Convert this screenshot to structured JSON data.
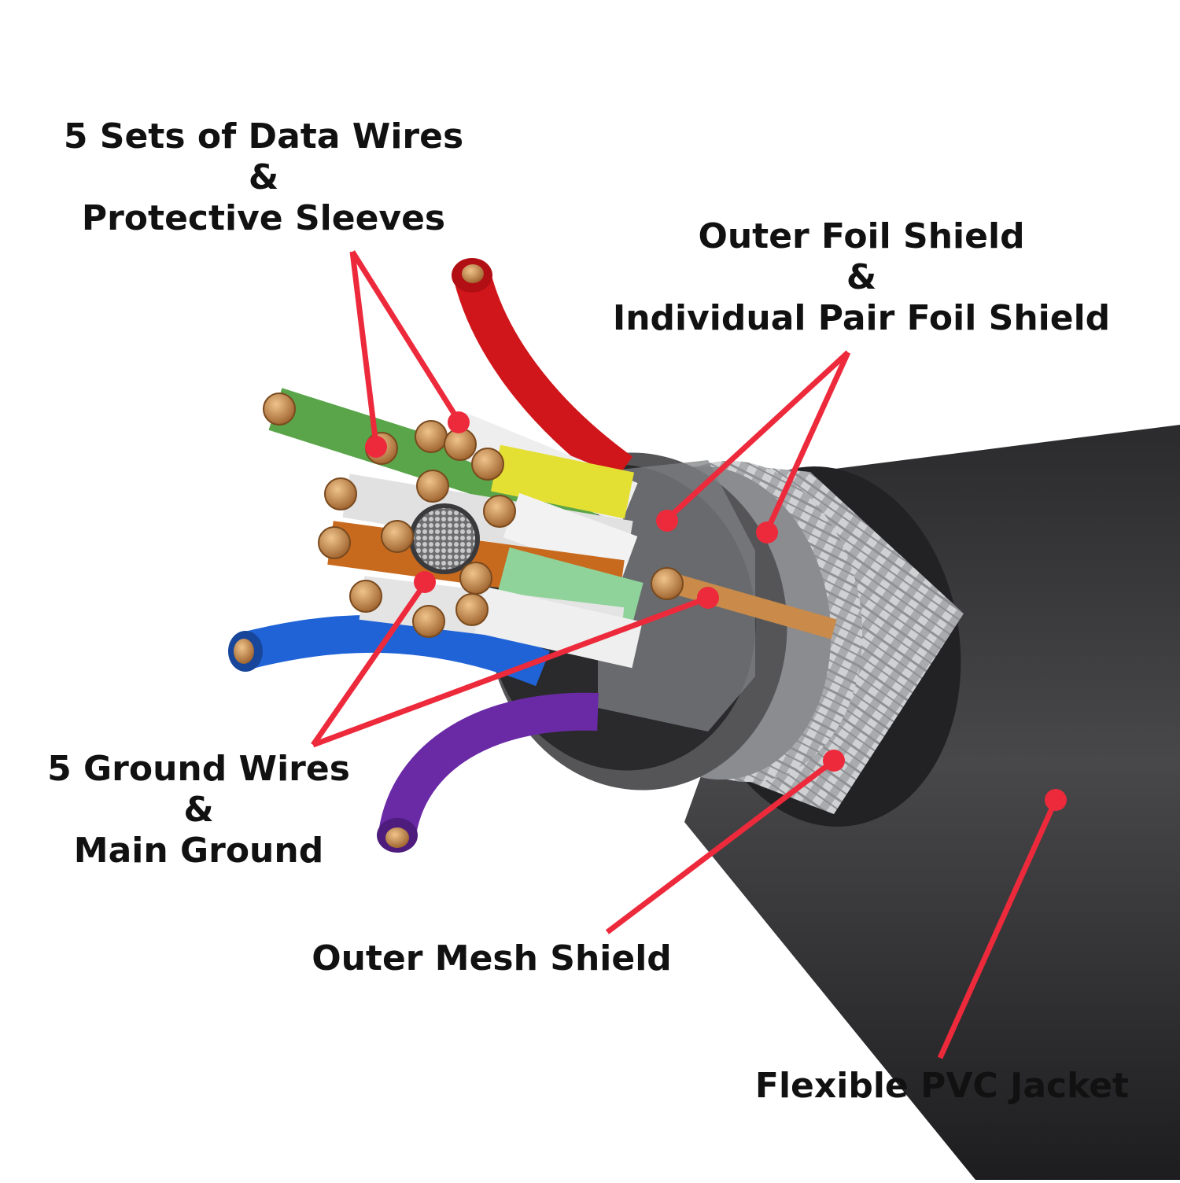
{
  "labels": {
    "data_wires": {
      "line1": "5 Sets of Data Wires",
      "amp": "&",
      "line2": "Protective Sleeves"
    },
    "foil_shield": {
      "line1": "Outer Foil Shield",
      "amp": "&",
      "line2": "Individual Pair Foil Shield"
    },
    "ground_wires": {
      "line1": "5 Ground Wires",
      "amp": "&",
      "line2": "Main Ground"
    },
    "mesh_shield": {
      "line1": "Outer Mesh Shield"
    },
    "pvc_jacket": {
      "line1": "Flexible PVC Jacket"
    }
  },
  "colors": {
    "pointer": "#ed2a3b",
    "jacket": "#3a3a3c",
    "jacket_edge": "#1c1c1e",
    "copper": "#c98a4a",
    "copper_light": "#e6b47a",
    "braid": "#b9bbbd",
    "wire_red": "#d0161b",
    "wire_green": "#5aa54a",
    "wire_yellow": "#e4df33",
    "wire_white": "#eeeeee",
    "wire_orange": "#c86a1e",
    "wire_blue": "#1f63d6",
    "wire_purple": "#6a2aa6",
    "wire_lightgreen": "#8fd39a"
  }
}
